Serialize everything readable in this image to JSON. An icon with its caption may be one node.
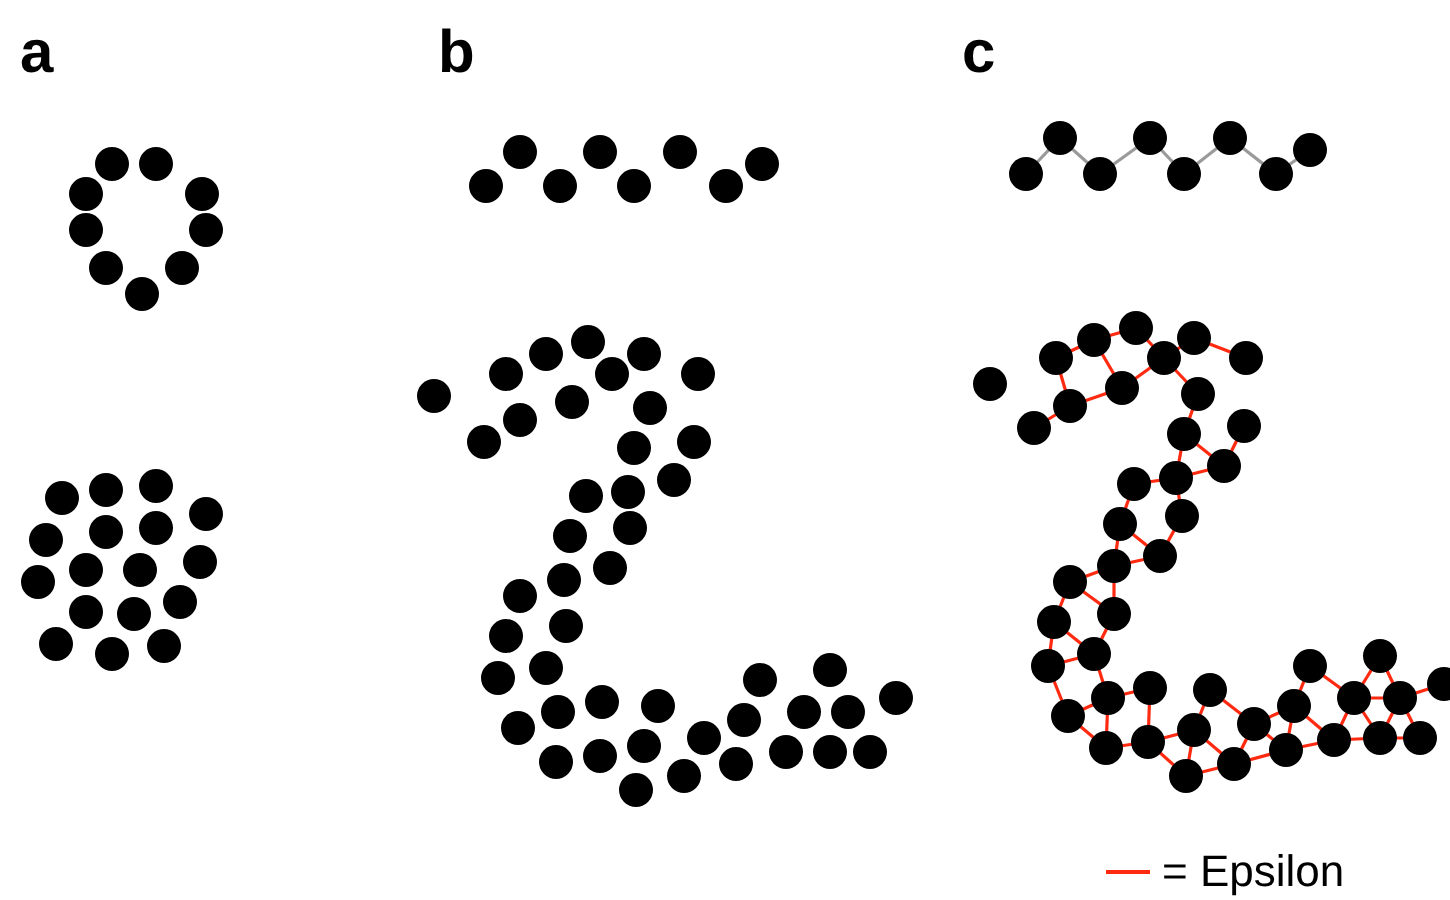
{
  "diagram": {
    "labels": [
      "a",
      "b",
      "c"
    ],
    "legend": [
      {
        "text": "= Epsilon"
      }
    ]
  }
}
